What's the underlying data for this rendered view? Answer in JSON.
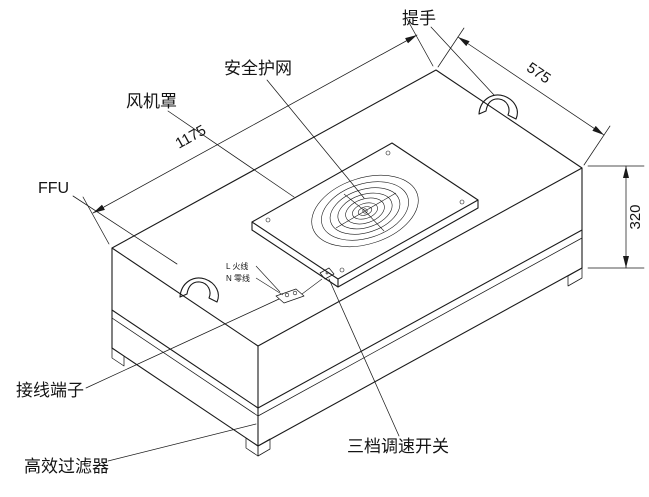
{
  "diagram": {
    "labels": {
      "handle": "提手",
      "safety_net": "安全护网",
      "fan_cover": "风机罩",
      "unit": "FFU",
      "terminal": "接线端子",
      "speed_switch": "三档调速开关",
      "hepa_filter": "高效过滤器"
    },
    "dimensions": {
      "length": "1175",
      "width": "575",
      "height": "320"
    },
    "wire_labels": {
      "live": "L 火线",
      "neutral": "N 零线"
    },
    "colors": {
      "line": "#1a1a1a",
      "background": "#ffffff"
    }
  }
}
